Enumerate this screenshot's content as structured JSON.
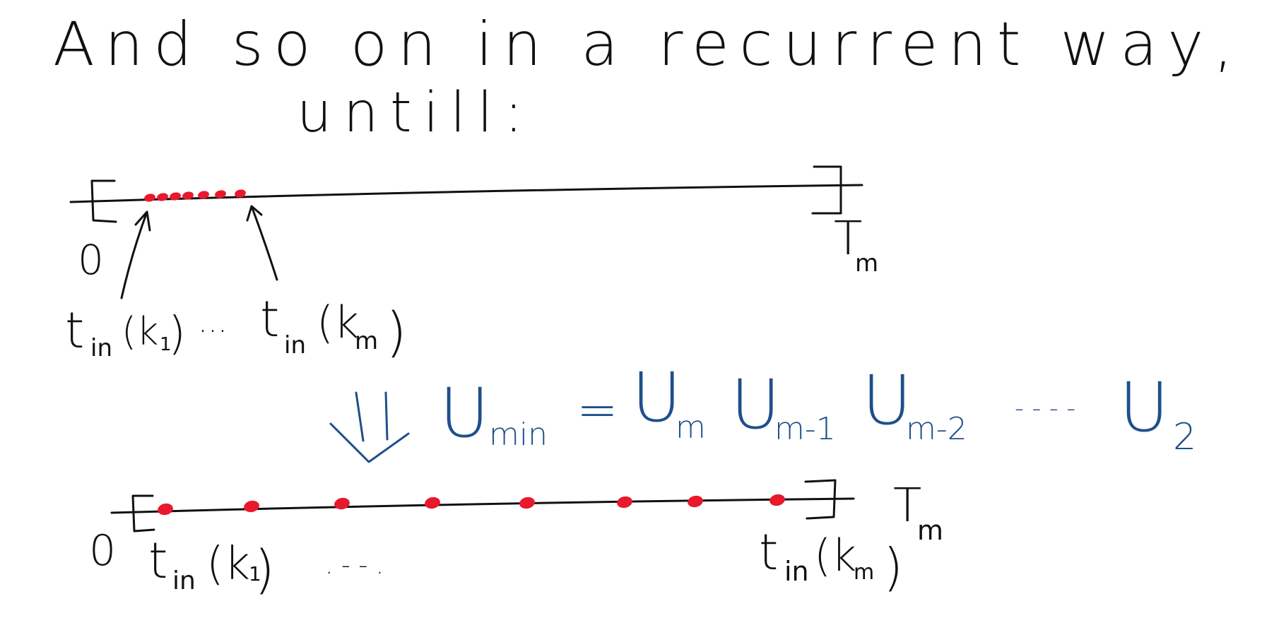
{
  "colors": {
    "ink": "#111111",
    "blue_ink": "#1f4f8b",
    "red_dots": "#e8192c"
  },
  "heading": {
    "line1": "And so on in a recurrent way,",
    "line2": "untill:"
  },
  "top_line": {
    "origin_label": "0",
    "end_label": "T",
    "end_sub": "m",
    "first_point_label": "t",
    "first_point_sub": "in",
    "first_point_arg": "(k",
    "first_point_arg_sub": "1",
    "ellipsis": "...",
    "last_point_label": "t",
    "last_point_sub": "in",
    "last_point_arg": "(k",
    "last_point_arg_sub": "m",
    "close_paren": ")"
  },
  "equation": {
    "lhs": "U",
    "lhs_sub": "min",
    "equals": "=",
    "t1": "U",
    "t1_sub": "m",
    "t2": "U",
    "t2_sub": "m-1",
    "t3": "U",
    "t3_sub": "m-2",
    "dots": "- - - -",
    "t4": "U",
    "t4_sub": "2"
  },
  "bottom_line": {
    "origin_label": "0",
    "end_label": "T",
    "end_sub": "m",
    "first_point_label": "t",
    "first_point_sub": "in",
    "first_point_arg": "(k",
    "first_point_arg_sub": "1",
    "dots": ". - - .",
    "last_point_label": "t",
    "last_point_sub": "in",
    "last_point_arg": "(k",
    "last_point_arg_sub": "m",
    "close_paren": ")"
  }
}
